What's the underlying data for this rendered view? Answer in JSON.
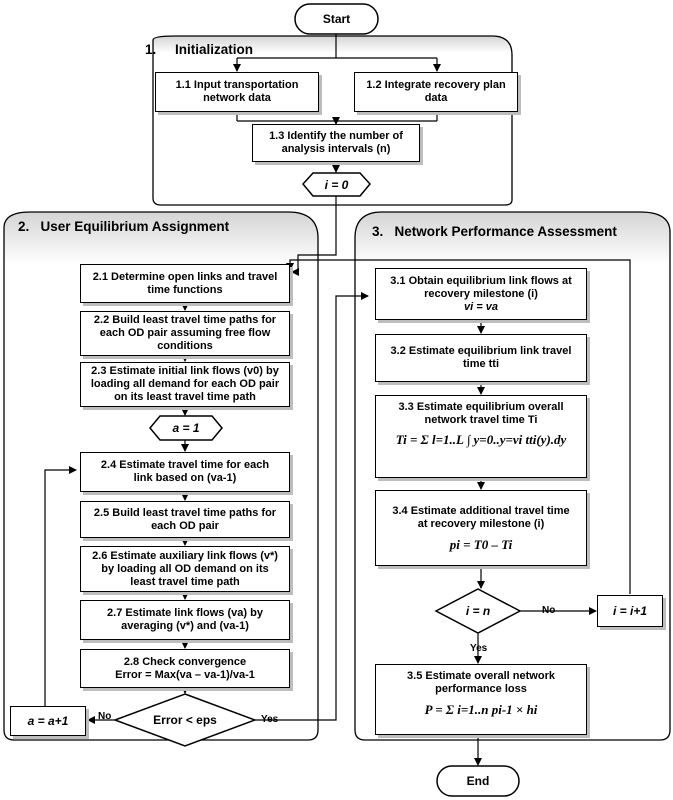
{
  "start": "Start",
  "end": "End",
  "sections": {
    "s1": {
      "num": "1.",
      "title": "Initialization"
    },
    "s2": {
      "num": "2.",
      "title": "User Equilibrium Assignment"
    },
    "s3": {
      "num": "3.",
      "title": "Network Performance Assessment"
    }
  },
  "boxes": {
    "b11": {
      "l1": "1.1  Input transportation",
      "l2": "network data"
    },
    "b12": {
      "l1": "1.2  Integrate recovery plan",
      "l2": "data"
    },
    "b13": {
      "l1": "1.3  Identify the number of",
      "l2": "analysis intervals (n)"
    },
    "i0": "i = 0",
    "b21": {
      "l1": "2.1  Determine open links and travel",
      "l2": "time functions"
    },
    "b22": {
      "l1": "2.2  Build least travel time paths for",
      "l2": "each OD pair assuming free flow",
      "l3": "conditions"
    },
    "b23": {
      "l1": "2.3  Estimate initial link flows (v0) by",
      "l2": "loading all demand for each OD pair",
      "l3": "on its least travel time path"
    },
    "a1": "a = 1",
    "b24": {
      "l1": "2.4  Estimate travel time for each",
      "l2": "link based on (va-1)"
    },
    "b25": {
      "l1": "2.5  Build least travel time paths for",
      "l2": "each OD pair"
    },
    "b26": {
      "l1": "2.6  Estimate auxiliary link flows (v*)",
      "l2": "by loading all OD demand on its",
      "l3": "least travel time path"
    },
    "b27": {
      "l1": "2.7  Estimate link flows (va) by",
      "l2": "averaging (v*) and (va-1)"
    },
    "b28": {
      "l1": "2.8  Check convergence",
      "l2": "Error = Max(va – va-1)/va-1"
    },
    "err": "Error < eps",
    "aplus": "a = a+1",
    "b31": {
      "l1": "3.1  Obtain equilibrium link flows at",
      "l2": "recovery milestone (i)",
      "l3": "vi = va"
    },
    "b32": {
      "l1": "3.2  Estimate equilibrium link travel",
      "l2": "time tti"
    },
    "b33": {
      "l1": "3.3  Estimate equilibrium overall",
      "l2": "network travel time Ti",
      "f": "Ti = Σ l=1..L ∫ y=0..y=vi tti(y).dy"
    },
    "b34": {
      "l1": "3.4  Estimate additional travel time",
      "l2": "at recovery milestone (i)",
      "f": "pi = T0 – Ti"
    },
    "ien": "i = n",
    "iplus": "i = i+1",
    "b35": {
      "l1": "3.5  Estimate overall network",
      "l2": "performance loss",
      "f": "P = Σ i=1..n pi-1 × hi"
    }
  },
  "labels": {
    "no": "No",
    "yes": "Yes"
  },
  "colors": {
    "panel_top": "#d9d9d9",
    "shadow": "#bdbdbd"
  }
}
